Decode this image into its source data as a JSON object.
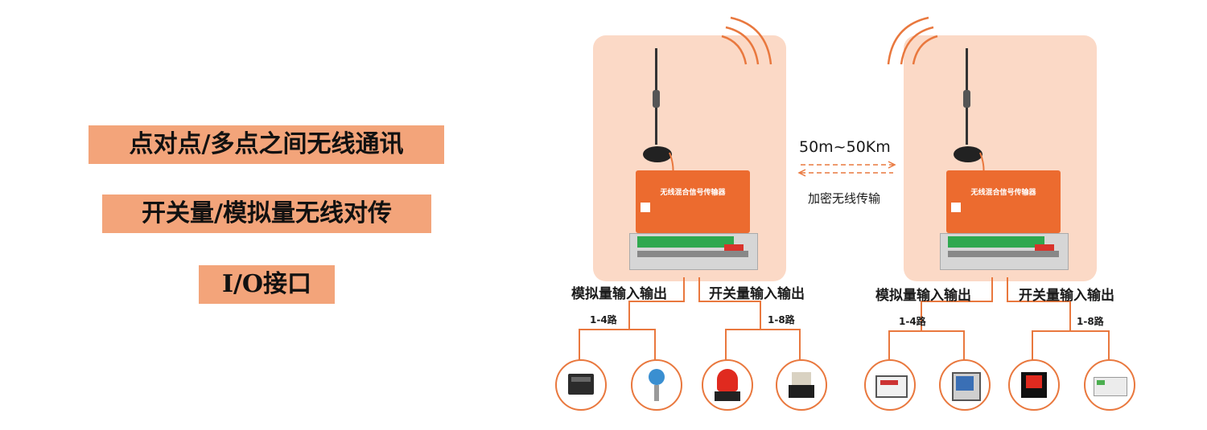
{
  "features": [
    "点对点/多点之间无线通讯",
    "开关量/模拟量无线对传",
    "I/O接口"
  ],
  "link": {
    "distance": "50m~50Km",
    "description": "加密无线传输"
  },
  "device": {
    "title": "无线混合信号传输器"
  },
  "left_unit": {
    "analog_label": "模拟量输入输出",
    "switch_label": "开关量输入输出",
    "analog_channels": "1-4路",
    "switch_channels": "1-8路"
  },
  "right_unit": {
    "analog_label": "模拟量输入输出",
    "switch_label": "开关量输入输出",
    "analog_channels": "1-4路",
    "switch_channels": "1-8路"
  },
  "colors": {
    "accent": "#e9783e",
    "panel": "#fbd9c6",
    "feature_bg": "#f3a47a"
  }
}
